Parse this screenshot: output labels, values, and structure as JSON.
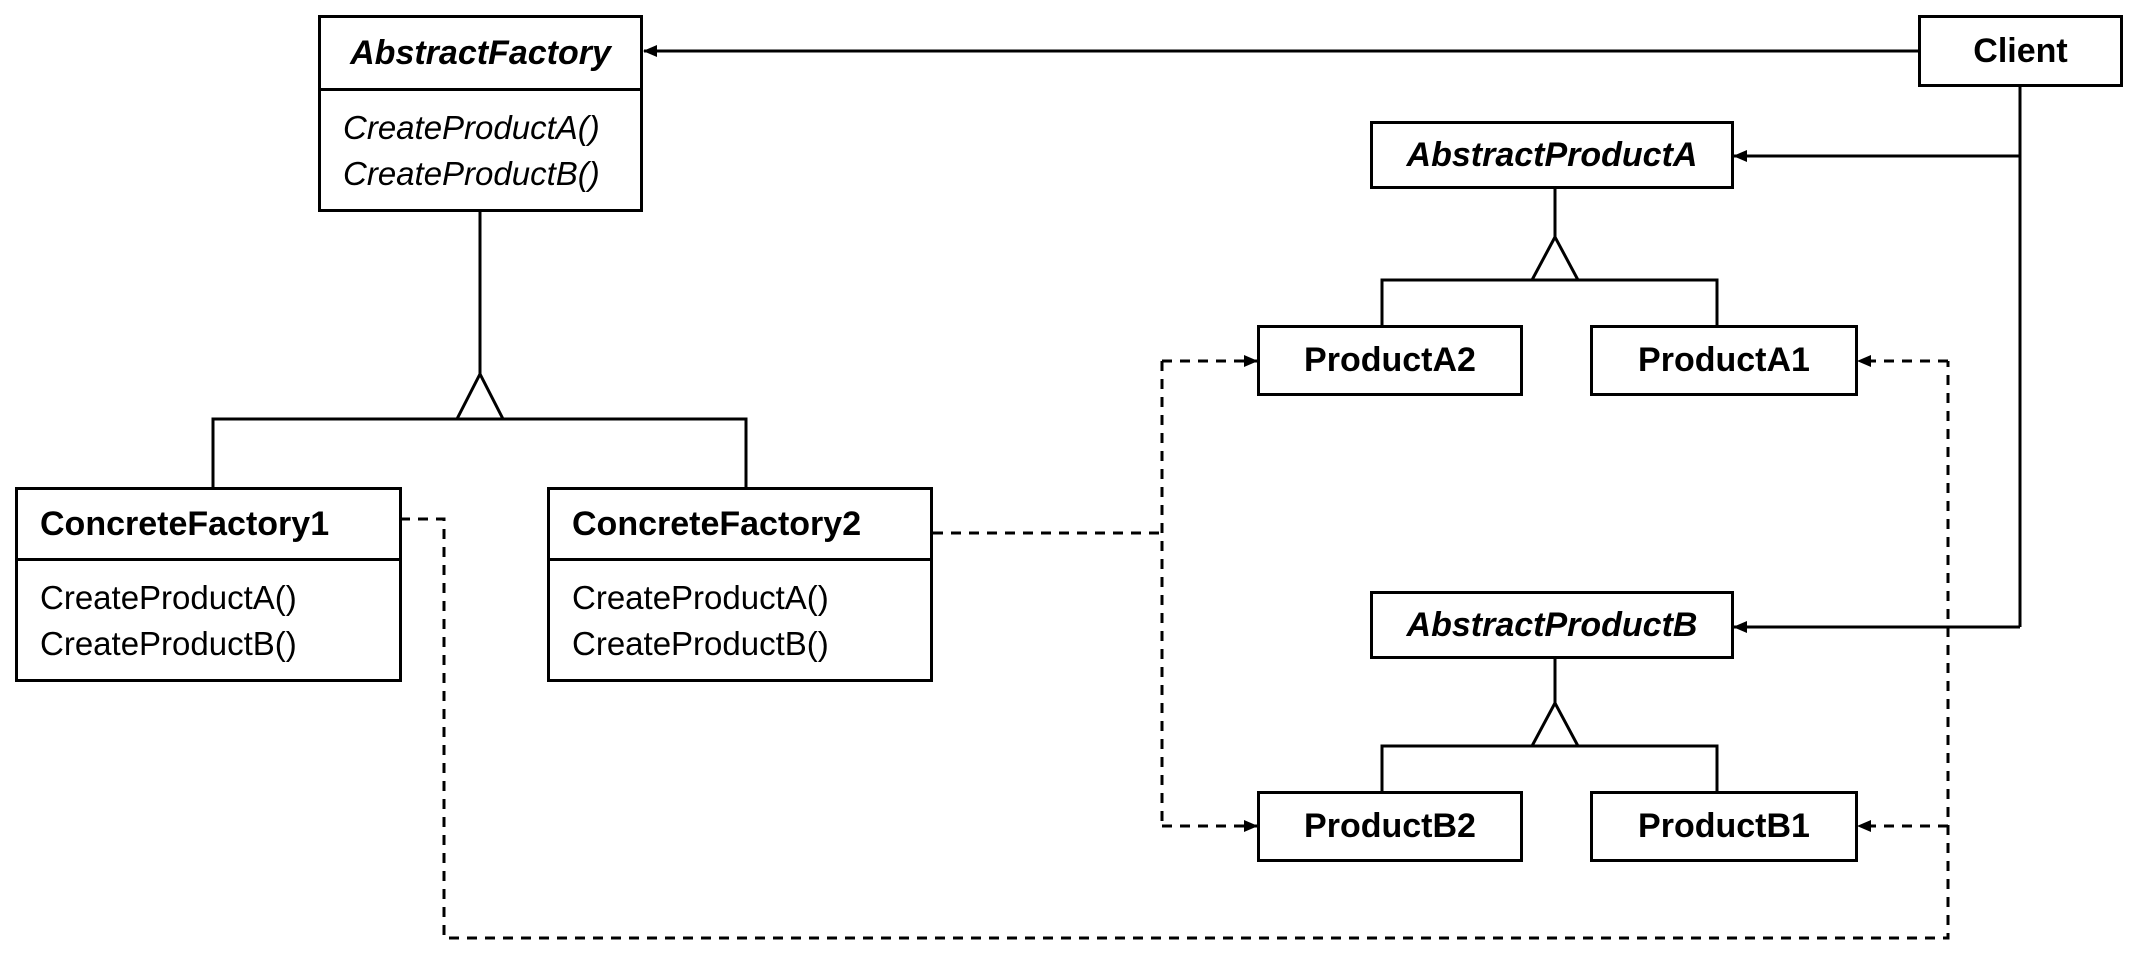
{
  "classes": {
    "abstract_factory": {
      "name": "AbstractFactory",
      "operations": [
        "CreateProductA()",
        "CreateProductB()"
      ]
    },
    "client": {
      "name": "Client"
    },
    "abstract_product_a": {
      "name": "AbstractProductA"
    },
    "abstract_product_b": {
      "name": "AbstractProductB"
    },
    "concrete_factory_1": {
      "name": "ConcreteFactory1",
      "operations": [
        "CreateProductA()",
        "CreateProductB()"
      ]
    },
    "concrete_factory_2": {
      "name": "ConcreteFactory2",
      "operations": [
        "CreateProductA()",
        "CreateProductB()"
      ]
    },
    "product_a2": {
      "name": "ProductA2"
    },
    "product_a1": {
      "name": "ProductA1"
    },
    "product_b2": {
      "name": "ProductB2"
    },
    "product_b1": {
      "name": "ProductB1"
    }
  },
  "colors": {
    "stroke": "#000000",
    "background": "#ffffff"
  }
}
